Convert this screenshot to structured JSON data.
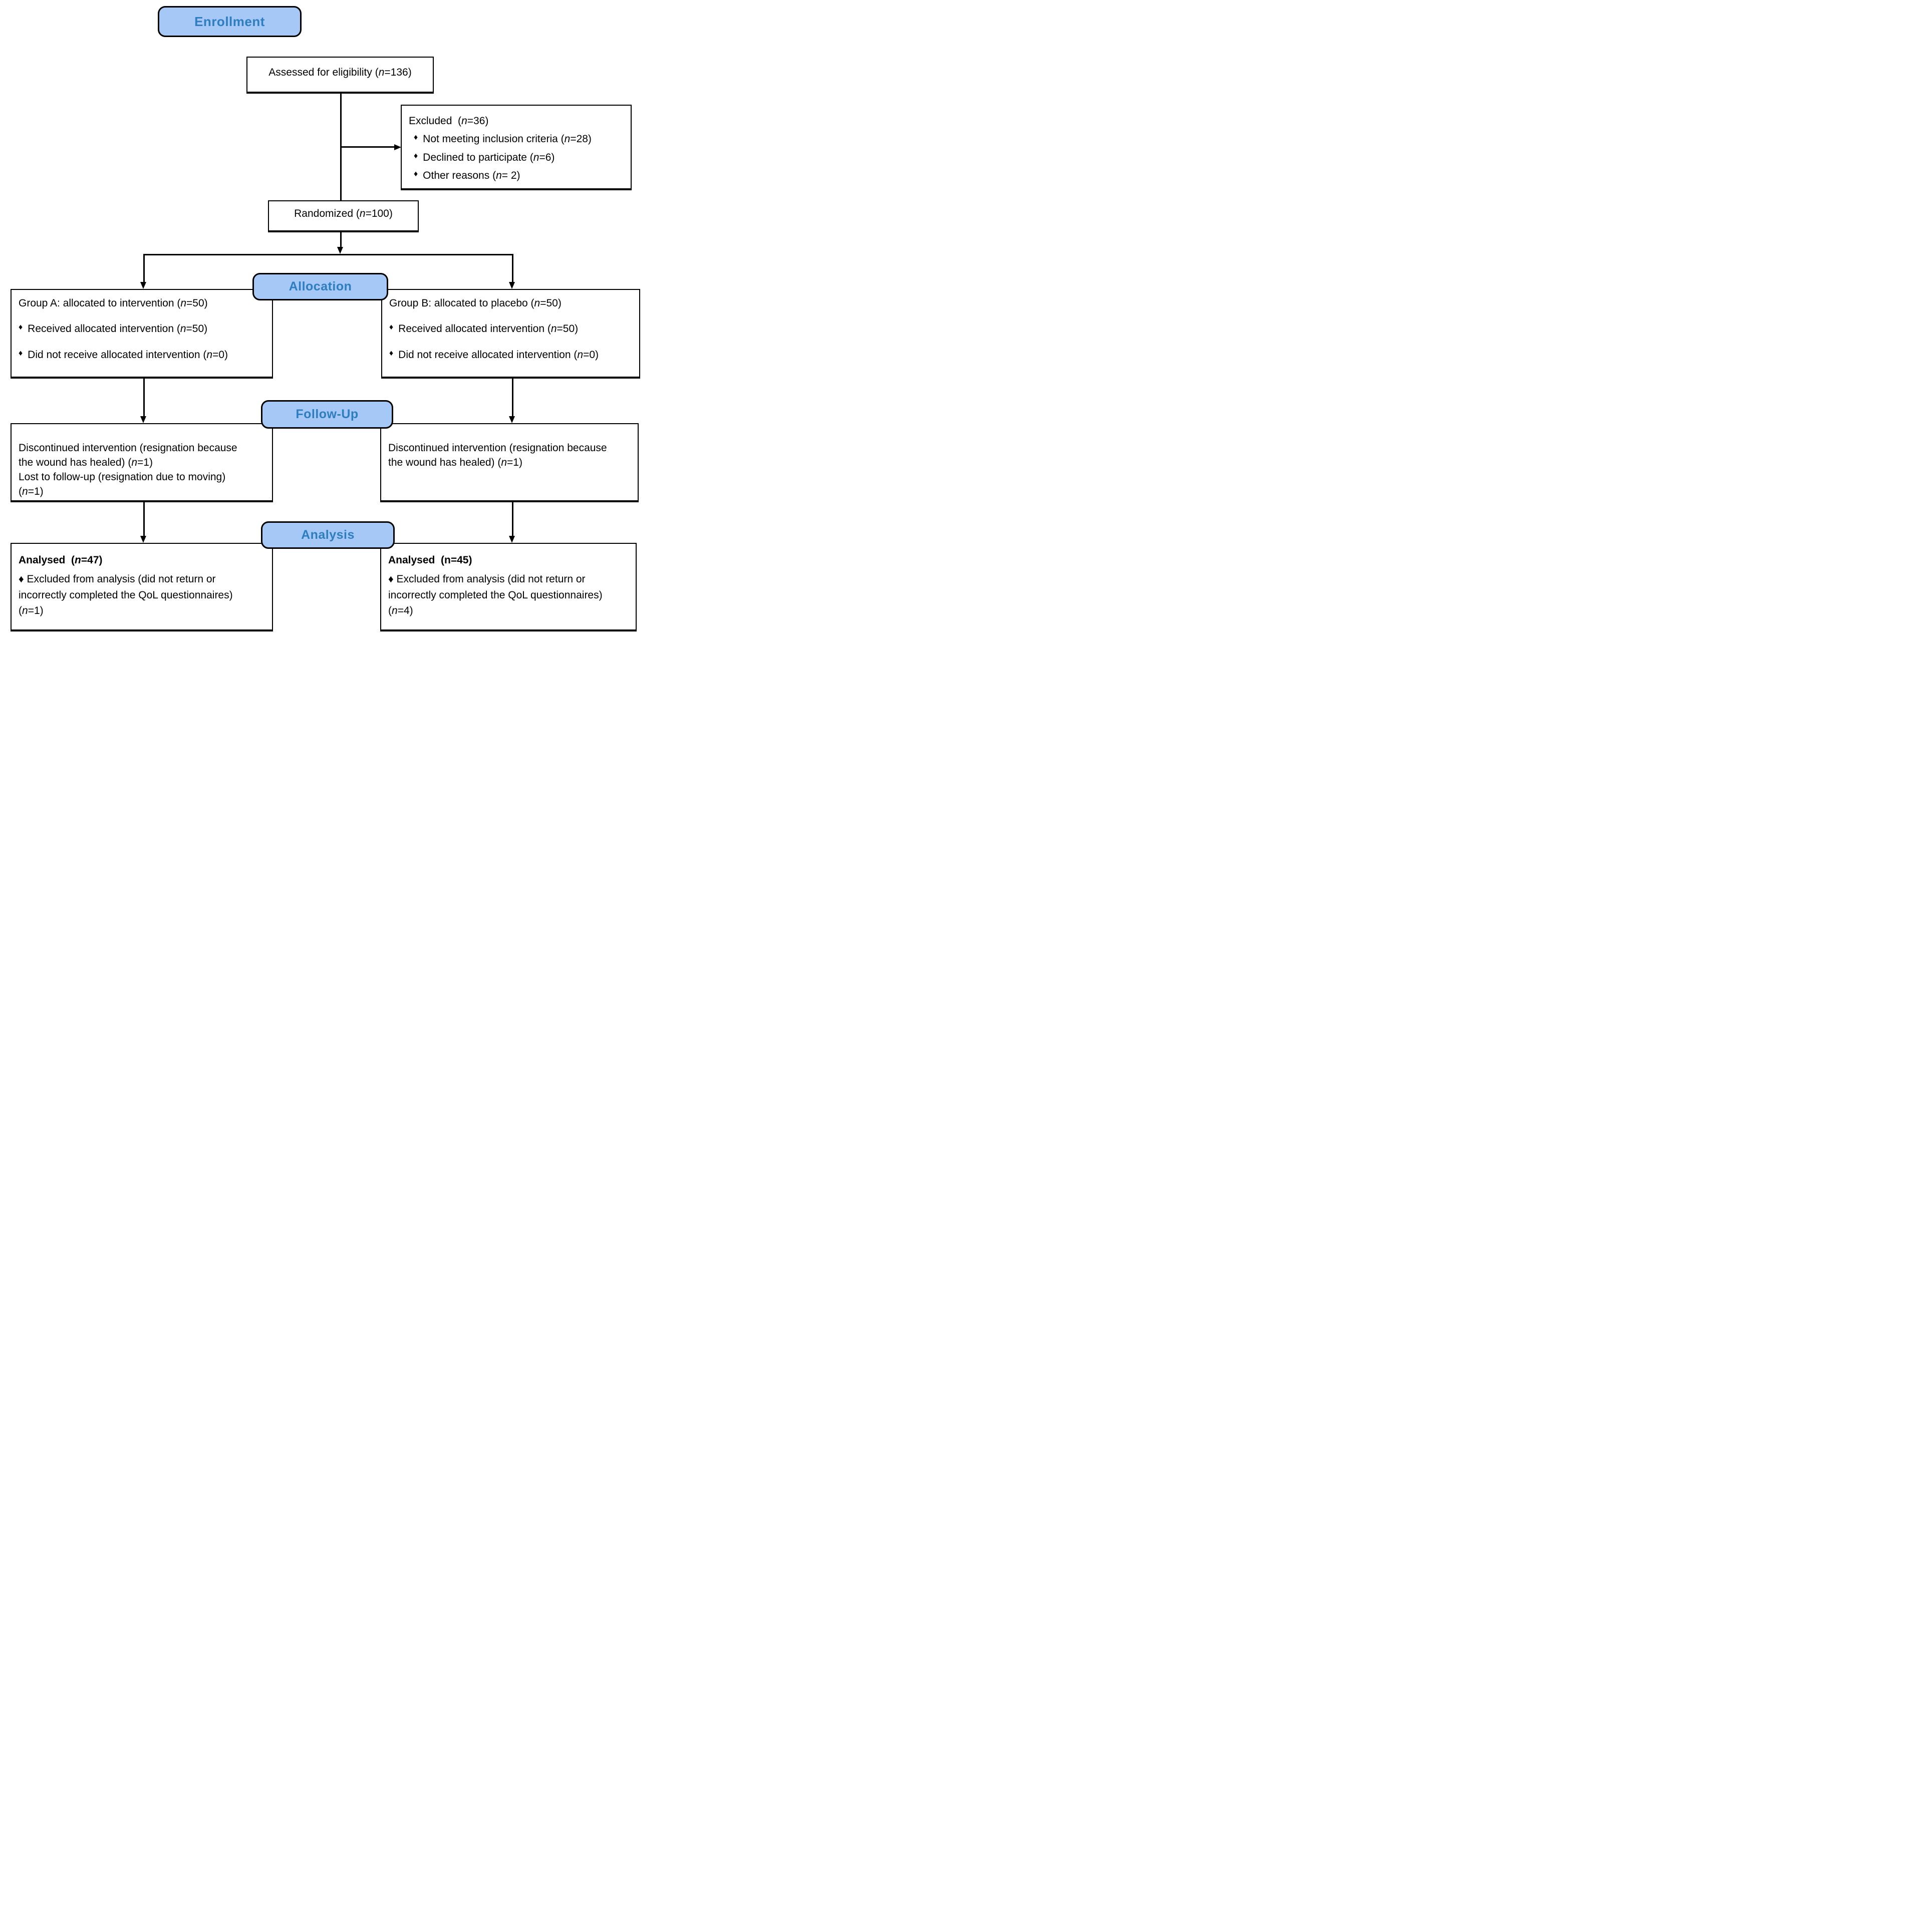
{
  "ui": {
    "bullet_glyph": "♦"
  },
  "colors": {
    "badge_fill": "#A5C8F7",
    "badge_text": "#2E7EBF",
    "line_color": "#000000",
    "box_background": "#FFFFFF"
  },
  "diagram": {
    "stages": {
      "enrollment": "Enrollment",
      "allocation": "Allocation",
      "followup": "Follow-Up",
      "analysis": "Analysis"
    },
    "assessed": {
      "text": "Assessed for eligibility (n=136)"
    },
    "excluded": {
      "title": "Excluded  (n=36)",
      "items": [
        "Not meeting inclusion criteria (n=28)",
        "Declined to participate (n=6)",
        "Other reasons (n= 2)"
      ]
    },
    "randomized": {
      "text": "Randomized (n=100)"
    },
    "group_a": {
      "title": "Group A: allocated to intervention (n=50)",
      "items": [
        "Received allocated intervention (n=50)",
        "Did not receive allocated intervention (n=0)"
      ]
    },
    "group_b": {
      "title": "Group B: allocated to placebo (n=50)",
      "items": [
        "Received allocated intervention (n=50)",
        "Did not receive allocated intervention (n=0)"
      ]
    },
    "followup_a": {
      "lines": [
        "Discontinued intervention (resignation because",
        "the wound has healed) (n=1)",
        "Lost to follow-up (resignation due to moving)",
        "(n=1)"
      ]
    },
    "followup_b": {
      "lines": [
        "Discontinued intervention (resignation because",
        "the wound has healed) (n=1)"
      ]
    },
    "analysis_a": {
      "title": "Analysed  (n=47)",
      "bullet_lines": [
        "♦ Excluded from analysis (did not return or",
        "incorrectly completed the QoL questionnaires)",
        "(n=1)"
      ]
    },
    "analysis_b": {
      "title": "Analysed  (n=45)",
      "bullet_lines": [
        "♦ Excluded from analysis (did not return or",
        "incorrectly completed the QoL questionnaires)",
        "(n=4)"
      ]
    }
  }
}
